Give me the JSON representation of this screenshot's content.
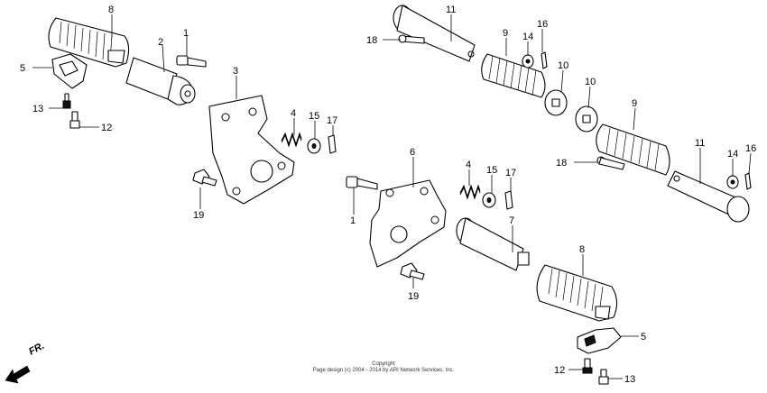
{
  "callouts": [
    {
      "label": "8"
    },
    {
      "label": "2"
    },
    {
      "label": "1"
    },
    {
      "label": "3"
    },
    {
      "label": "5"
    },
    {
      "label": "13"
    },
    {
      "label": "12"
    },
    {
      "label": "4"
    },
    {
      "label": "15"
    },
    {
      "label": "17"
    },
    {
      "label": "19"
    },
    {
      "label": "11"
    },
    {
      "label": "18"
    },
    {
      "label": "9"
    },
    {
      "label": "14"
    },
    {
      "label": "16"
    },
    {
      "label": "10"
    },
    {
      "label": "10"
    },
    {
      "label": "9"
    },
    {
      "label": "11"
    },
    {
      "label": "18"
    },
    {
      "label": "14"
    },
    {
      "label": "16"
    },
    {
      "label": "6"
    },
    {
      "label": "4"
    },
    {
      "label": "15"
    },
    {
      "label": "17"
    },
    {
      "label": "1"
    },
    {
      "label": "7"
    },
    {
      "label": "19"
    },
    {
      "label": "8"
    },
    {
      "label": "5"
    },
    {
      "label": "12"
    },
    {
      "label": "13"
    }
  ],
  "direction_label": "FR.",
  "footer": {
    "line1": "Copyright",
    "line2": "Page design (c) 2004 - 2014 by ARI Network Services, Inc."
  }
}
